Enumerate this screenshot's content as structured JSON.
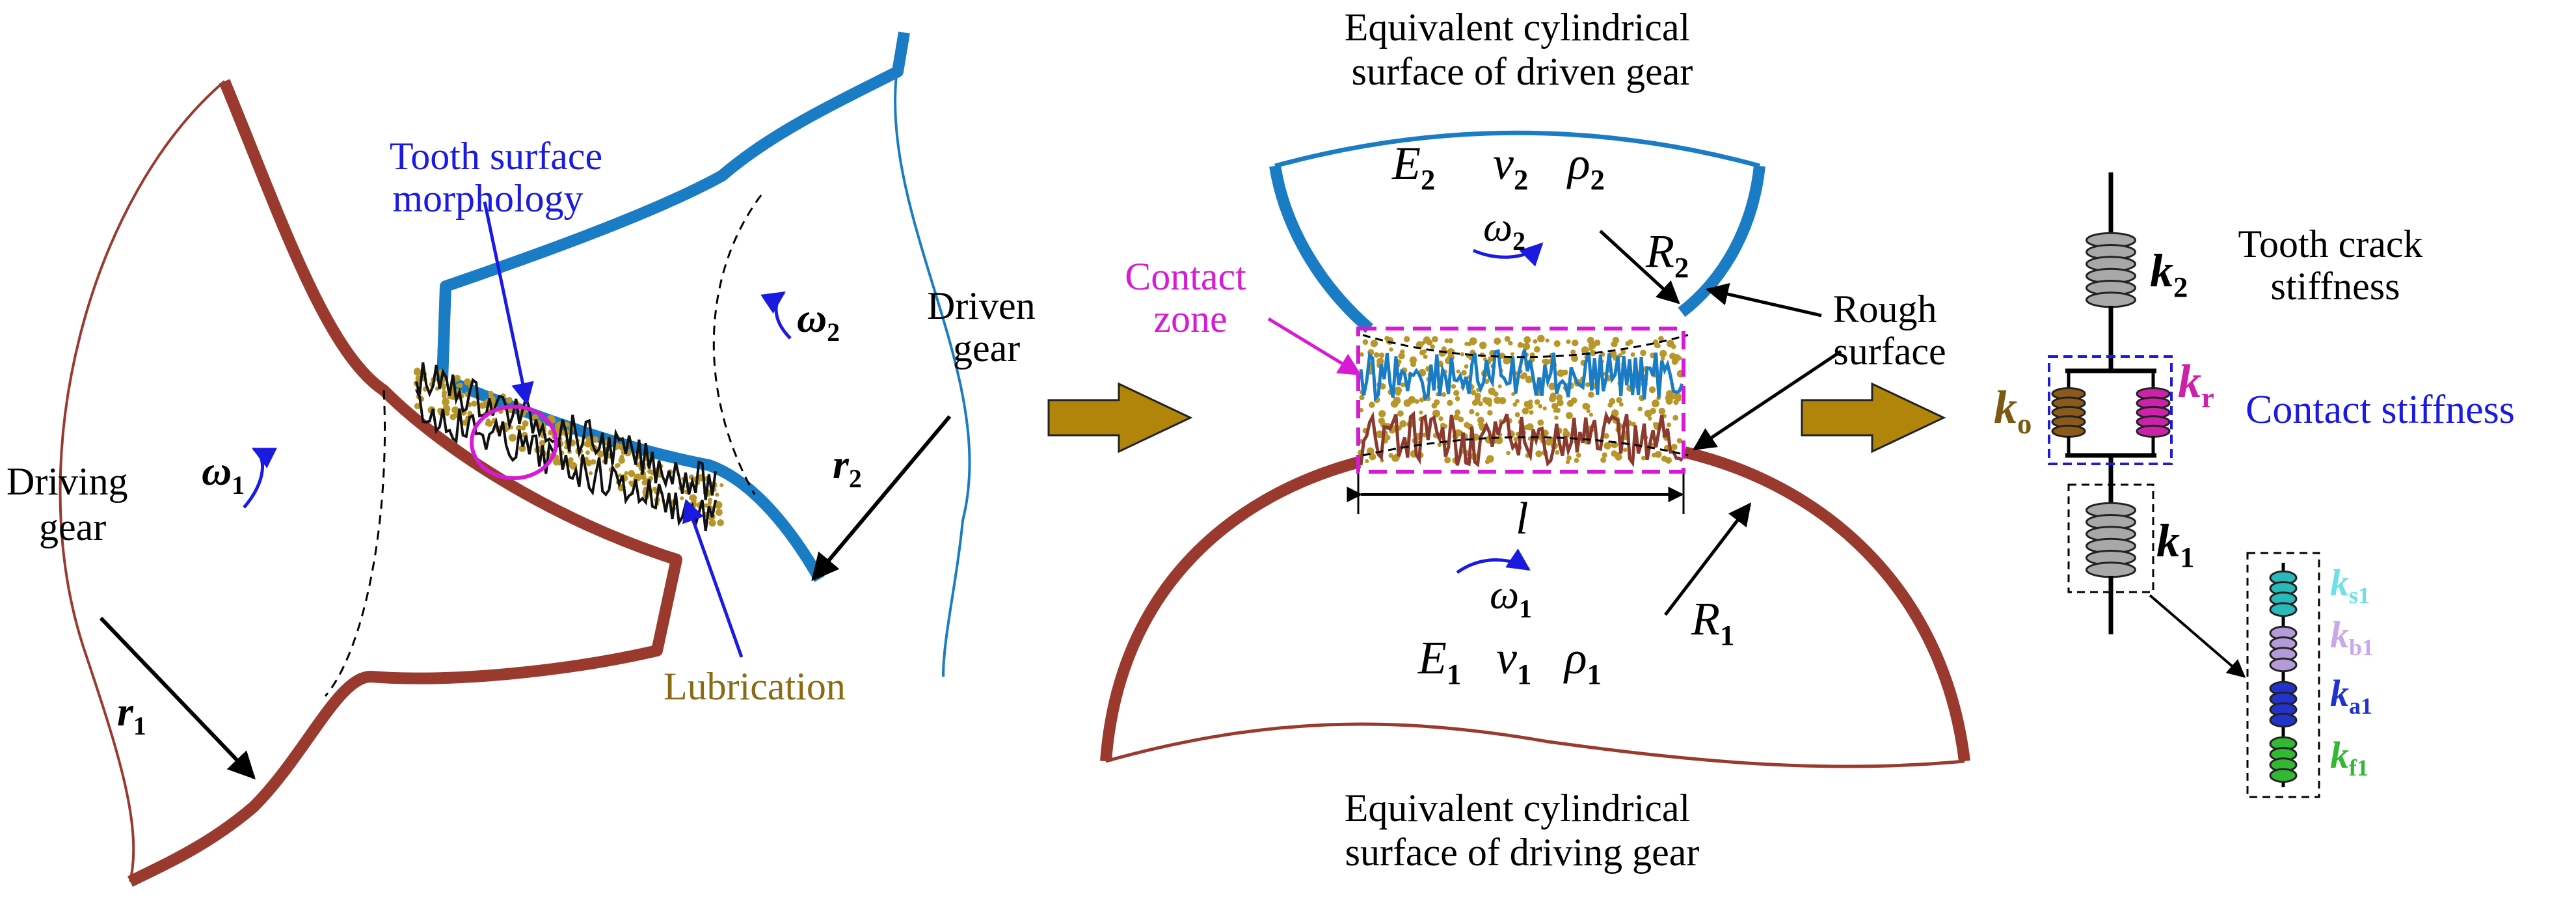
{
  "colors": {
    "driving_gear": "#9a3a2e",
    "driven_gear": "#1a7cc4",
    "lubrication": "#b8962a",
    "contact_zone": "#d61ad6",
    "annotation_blue": "#1a1ae0",
    "arrow_fill": "#b0850a",
    "spring_gray": "#a8a8a8",
    "spring_brown": "#8a5a1a",
    "spring_magenta": "#cc22aa",
    "spring_cyan": "#2ab8b8",
    "spring_lavender": "#b59ad8",
    "spring_blue": "#2233cc",
    "spring_green": "#33b833"
  },
  "left_panel": {
    "driving_gear_label": [
      "Driving",
      "gear"
    ],
    "driven_gear_label": [
      "Driven",
      "gear"
    ],
    "morphology_label": [
      "Tooth surface",
      "morphology"
    ],
    "lubrication_label": "Lubrication",
    "omega1": {
      "base": "ω",
      "sub": "1"
    },
    "omega2": {
      "base": "ω",
      "sub": "2"
    },
    "r1": {
      "base": "r",
      "sub": "1"
    },
    "r2": {
      "base": "r",
      "sub": "2"
    }
  },
  "middle_panel": {
    "top_caption": [
      "Equivalent cylindrical",
      "surface of driven gear"
    ],
    "bottom_caption": [
      "Equivalent cylindrical",
      "surface of driving gear"
    ],
    "contact_zone_label": [
      "Contact",
      "zone"
    ],
    "rough_surface_label": [
      "Rough",
      "surface"
    ],
    "length_label": "l",
    "E2": {
      "base": "E",
      "sub": "2"
    },
    "v2": {
      "base": "v",
      "sub": "2"
    },
    "rho2": {
      "base": "ρ",
      "sub": "2"
    },
    "E1": {
      "base": "E",
      "sub": "1"
    },
    "v1": {
      "base": "v",
      "sub": "1"
    },
    "rho1": {
      "base": "ρ",
      "sub": "1"
    },
    "omega1": {
      "base": "ω",
      "sub": "1"
    },
    "omega2": {
      "base": "ω",
      "sub": "2"
    },
    "R1": {
      "base": "R",
      "sub": "1"
    },
    "R2": {
      "base": "R",
      "sub": "2"
    }
  },
  "right_panel": {
    "tooth_crack_label": [
      "Tooth crack",
      "stiffness"
    ],
    "contact_stiffness_label": "Contact stiffness",
    "k2": {
      "base": "k",
      "sub": "2"
    },
    "ko": {
      "base": "k",
      "sub": "o"
    },
    "kr": {
      "base": "k",
      "sub": "r"
    },
    "k1": {
      "base": "k",
      "sub": "1"
    },
    "ks1": {
      "base": "k",
      "sub": "s1"
    },
    "kb1": {
      "base": "k",
      "sub": "b1"
    },
    "ka1": {
      "base": "k",
      "sub": "a1"
    },
    "kf1": {
      "base": "k",
      "sub": "f1"
    }
  }
}
